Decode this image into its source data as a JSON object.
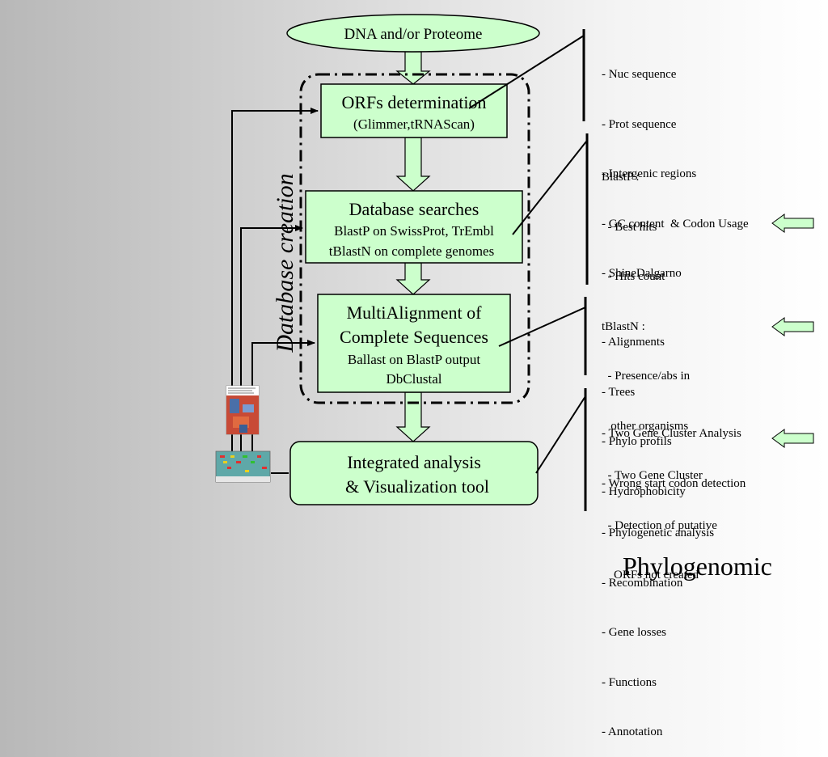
{
  "colors": {
    "box_fill": "#ccffcc",
    "stroke": "#000000",
    "arrow_fill": "#ccffcc",
    "background_left": "#b8b8b8",
    "background_right": "#ffffff"
  },
  "nodes": {
    "input": {
      "label": "DNA and/or Proteome"
    },
    "orfs": {
      "title": "ORFs determination",
      "sub": "(Glimmer,tRNAScan)"
    },
    "db_search": {
      "title": "Database searches",
      "line1": "BlastP on SwissProt, TrEmbl",
      "line2": "tBlastN on complete genomes"
    },
    "multialign": {
      "title1": "MultiAlignment of",
      "title2": "Complete Sequences",
      "line1": "Ballast on BlastP output",
      "line2": "DbClustal"
    },
    "integrated": {
      "title1": "Integrated analysis",
      "title2": "& Visualization tool"
    }
  },
  "group_label": "Database creation",
  "notes": {
    "orfs": [
      "- Nuc sequence",
      "- Prot sequence",
      "- Intergenic regions",
      "- GC content  & Codon Usage",
      "- ShineDalgarno"
    ],
    "db_search": [
      "BlastP :",
      "  - Best hits",
      "  - Hits count",
      "tBlastN :",
      "  - Presence/abs in",
      "   other organisms",
      "  - Two Gene Cluster",
      "  - Detection of putative",
      "    ORFs not created"
    ],
    "multialign": [
      "- Alignments",
      "- Trees",
      "- Phylo profils",
      "- Hydrophobicity"
    ],
    "integrated": [
      "- Two Gene Cluster Analysis",
      "- Wrong start codon detection",
      "- Phylogenetic analysis",
      "- Recombination",
      "- Gene losses",
      "- Functions",
      "- Annotation"
    ]
  },
  "footer_title": "Phylogenomic",
  "thumbnails": [
    {
      "name": "phylogeny-screenshot-thumbnail"
    },
    {
      "name": "gene-cluster-screenshot-thumbnail"
    }
  ],
  "highlight_arrows": [
    {
      "points_to": "db_search"
    },
    {
      "points_to": "multialign"
    },
    {
      "points_to": "integrated"
    }
  ]
}
